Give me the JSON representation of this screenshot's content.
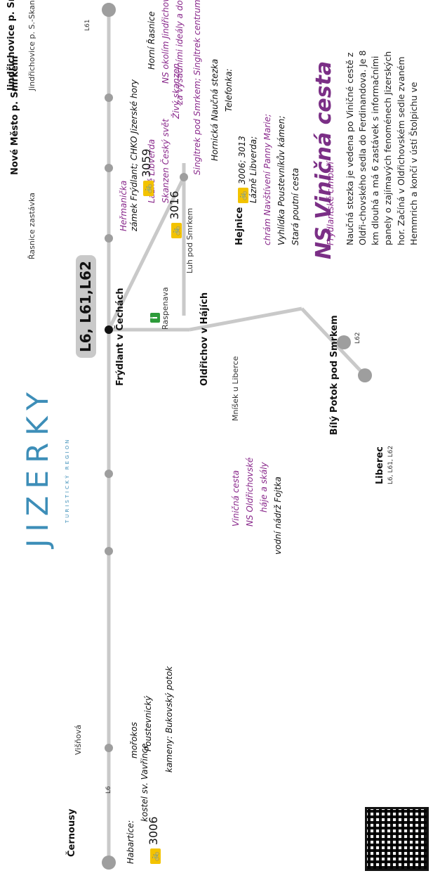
{
  "title": "NS Viničná cesta",
  "description": "Naučná stezka je vedena po Viničné cestě z Oldři-chovského sedla do Ferdinandova. Je 8 km dlouhá a má 6 zastávek s informačními panely o zajímavých fenoménech Jizerských hor. Začíná v Oldřichovském sedle zvaném Hemmrich a končí v ústí Štolpichu ve",
  "logo": {
    "name": "JIZERKY",
    "tagline": "TURISTICKÝ REGION"
  },
  "hub": {
    "lines": "L6, L61,L62",
    "name": "Frýdlant v Čechách"
  },
  "stations": {
    "cernousy": {
      "name": "Černousy",
      "lines": "L6"
    },
    "visnova": {
      "name": "Višňová"
    },
    "raspenava": {
      "name": "Raspenava"
    },
    "luh": {
      "name": "Luh pod Smrkem"
    },
    "hejnice": {
      "name": "Hejnice"
    },
    "bily_potok": {
      "name": "Bílý Potok pod Smrkem",
      "lines": "L62"
    },
    "oldrichov": {
      "name": "Oldřichov v Hájích"
    },
    "mnisek": {
      "name": "Mníšek u Liberce"
    },
    "liberec": {
      "name": "Liberec",
      "lines": "L6, L61, L62"
    },
    "rasnice": {
      "name": "Řasnice zastávka"
    },
    "nove_mesto": {
      "name": "Nové Město p. Smrkem"
    },
    "jindrichovice_s": {
      "name": "Jindřichovice p. S.-Skanzen",
      "lines": "L61"
    },
    "jindrichovice": {
      "name": "Jindřichovice p. Smrkem"
    }
  },
  "attractions": {
    "cernousy_route": "3006",
    "cernousy_1": "Habartice:",
    "cernousy_2": "kostel sv. Vavřince",
    "visnova_1": "kameny: Bukovský potok",
    "visnova_2": "Poustevnický",
    "visnova_3": "mořokos",
    "frydlant_1": "zámek Frýdlant; CHKO Jizerské hory",
    "frydlant_2": "Heřmanička",
    "frydlant_3": "Lázně Libverda",
    "frydlant_bike": "3016",
    "oldrichov_1": "Viničná cesta",
    "oldrichov_2": "NS Oldřichovské",
    "oldrichov_3": "háje a skály",
    "oldrichov_4": "vodní nádrž Fojtka",
    "hejnice_bike": "3006; 3013",
    "hejnice_1": "Lázně Libverda;",
    "hejnice_2": "chrám Navštívení Panny Marie;",
    "hejnice_3": "Vyhlídka Poustevníkův kámen;",
    "hejnice_4": "Stará poutní cesta",
    "hejnice_5": "Frýdlantské cimbuří",
    "rasnice_bike": "3059",
    "rasnice_1": "Skanzen Český svět",
    "nove_1": "Singltrek pod Smrkem; Singltrek centrum;",
    "nove_2": "Hornická Naučná stezka",
    "nove_3": "Telefonka:",
    "nove_4": "Živý skanzen",
    "jindr_1": "Horní Řasnice",
    "jindr_2": "NS okolím Jindřichovic",
    "jindr_3": "za výsadními ideály a do údolí duše"
  },
  "colors": {
    "line": "#c9c9c9",
    "title": "#7b2f86",
    "italic": "#8a2a8c",
    "train": "#e2204c",
    "bike": "#f3c300",
    "blue": "#3d8eb8"
  }
}
